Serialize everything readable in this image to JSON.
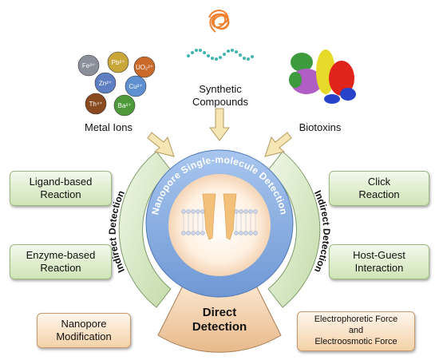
{
  "sources": {
    "metal_ions": {
      "label": "Metal Ions",
      "ions": [
        "Fe³⁺",
        "Pb²⁺",
        "UO₂²⁺",
        "Zn²⁺",
        "Cu²⁺",
        "Th⁴⁺",
        "Ba²⁺"
      ]
    },
    "synthetic": {
      "label": "Synthetic\nCompounds"
    },
    "biotoxins": {
      "label": "Biotoxins"
    }
  },
  "center": {
    "ring_title": "Nanopore Single-molecule Detection",
    "left_arc": "Indirect Detection",
    "right_arc": "Indirect Detection",
    "bottom": "Direct Detection"
  },
  "left_boxes": [
    {
      "text": "Ligand-based\nReaction"
    },
    {
      "text": "Enzyme-based\nReaction"
    },
    {
      "text": "Nanopore\nModification"
    }
  ],
  "right_boxes": [
    {
      "text": "Click\nReaction"
    },
    {
      "text": "Host-Guest\nInteraction"
    },
    {
      "text": "Electrophoretic Force\nand\nElectroosmotic Force"
    }
  ],
  "colors": {
    "green": "#cfe4b6",
    "orange": "#f4d2a8",
    "ring_blue": "#8fb4e6",
    "arrow": "#f6e6b5"
  }
}
